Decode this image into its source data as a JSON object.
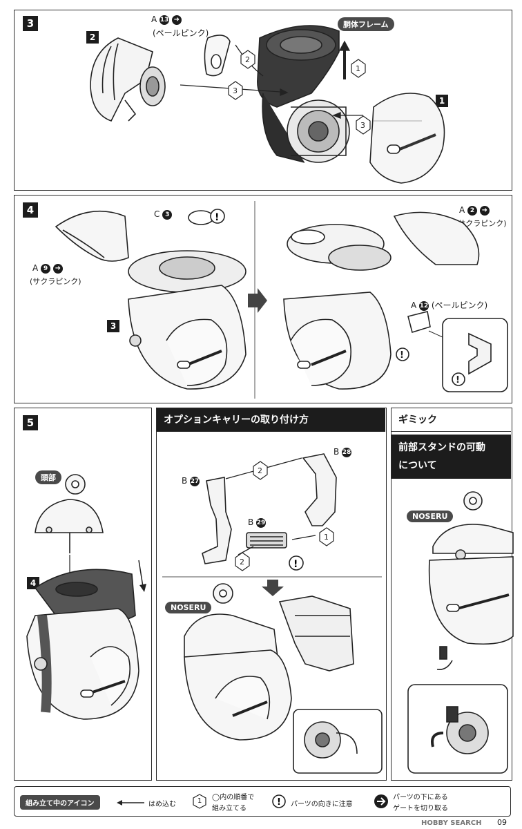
{
  "step3": {
    "number": "3",
    "frame_tag": "胴体フレーム",
    "part_a": {
      "letter": "A",
      "num": "13",
      "color": "(ペールピンク)"
    },
    "sub_num_2": "2",
    "sub_num_1": "1",
    "order": [
      "1",
      "2",
      "3",
      "3"
    ]
  },
  "step4": {
    "number": "4",
    "part_c": {
      "letter": "C",
      "num": "3"
    },
    "part_a9": {
      "letter": "A",
      "num": "9",
      "color": "(サクラピンク)"
    },
    "part_a2": {
      "letter": "A",
      "num": "2",
      "color": "(サクラピンク)"
    },
    "part_a12": {
      "letter": "A",
      "num": "12",
      "color": "(ペールピンク)"
    },
    "sub_num": "3"
  },
  "step5": {
    "number": "5",
    "head_label": "頭部",
    "sub_num": "4"
  },
  "option": {
    "title": "オプションキャリーの取り付け方",
    "part_b28": {
      "letter": "B",
      "num": "28"
    },
    "part_b27": {
      "letter": "B",
      "num": "27"
    },
    "part_b29": {
      "letter": "B",
      "num": "29"
    },
    "order": [
      "1",
      "2",
      "2"
    ],
    "noseru": "NOSERU"
  },
  "gimmick": {
    "title": "ギミック",
    "subtitle_line1": "前部スタンドの可動",
    "subtitle_line2": "について",
    "noseru": "NOSERU"
  },
  "legend": {
    "title": "組み立て中のアイコン",
    "arrow_text": "はめ込む",
    "order_text_line1": "◯内の順番で",
    "order_text_line2": "組み立てる",
    "order_sample": "1",
    "caution_text": "パーツの向きに注意",
    "gate_text_line1": "パーツの下にある",
    "gate_text_line2": "ゲートを切り取る"
  },
  "watermark": "HOBBY SEARCH",
  "page_number": "09"
}
